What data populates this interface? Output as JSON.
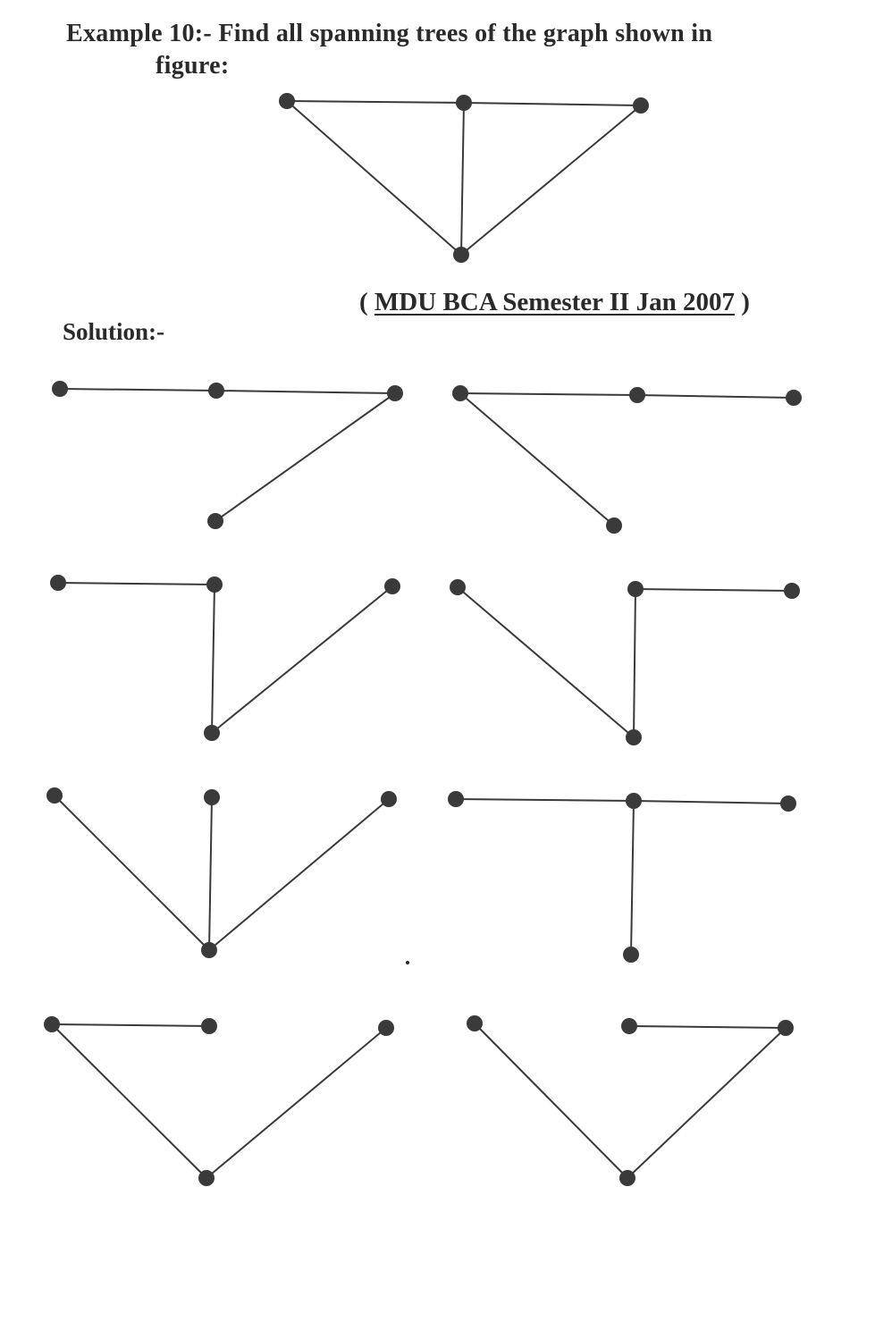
{
  "example": {
    "line1": "Example 10:- Find all spanning trees of the graph shown in",
    "line2": "figure:"
  },
  "source": {
    "open": "(",
    "text": "MDU BCA Semester II  Jan 2007",
    "close": ")"
  },
  "solution_label": "Solution:-",
  "graph": {
    "vertices": [
      "a",
      "b",
      "c",
      "d"
    ],
    "edges": [
      [
        "a",
        "b"
      ],
      [
        "b",
        "c"
      ],
      [
        "a",
        "d"
      ],
      [
        "b",
        "d"
      ],
      [
        "c",
        "d"
      ]
    ]
  },
  "spanning_trees": [
    [
      [
        "a",
        "b"
      ],
      [
        "b",
        "c"
      ],
      [
        "c",
        "d"
      ]
    ],
    [
      [
        "a",
        "b"
      ],
      [
        "b",
        "c"
      ],
      [
        "a",
        "d"
      ]
    ],
    [
      [
        "a",
        "b"
      ],
      [
        "b",
        "d"
      ],
      [
        "c",
        "d"
      ]
    ],
    [
      [
        "a",
        "d"
      ],
      [
        "b",
        "d"
      ],
      [
        "b",
        "c"
      ]
    ],
    [
      [
        "a",
        "d"
      ],
      [
        "b",
        "d"
      ],
      [
        "c",
        "d"
      ]
    ],
    [
      [
        "a",
        "b"
      ],
      [
        "b",
        "c"
      ],
      [
        "b",
        "d"
      ]
    ],
    [
      [
        "a",
        "b"
      ],
      [
        "a",
        "d"
      ],
      [
        "c",
        "d"
      ]
    ],
    [
      [
        "a",
        "d"
      ],
      [
        "c",
        "d"
      ],
      [
        "b",
        "c"
      ]
    ]
  ]
}
